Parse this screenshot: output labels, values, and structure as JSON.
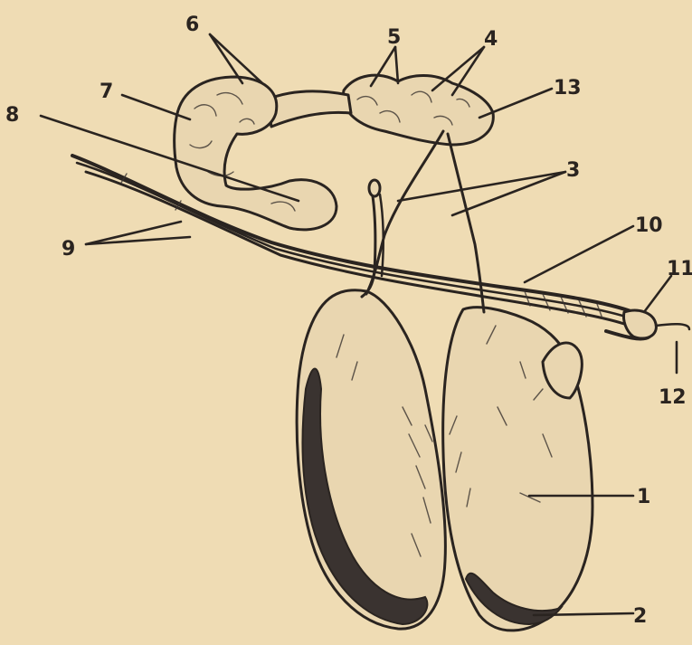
{
  "figure": {
    "labels": [
      {
        "id": "1",
        "text": "1"
      },
      {
        "id": "2",
        "text": "2"
      },
      {
        "id": "3",
        "text": "3"
      },
      {
        "id": "4",
        "text": "4"
      },
      {
        "id": "5",
        "text": "5"
      },
      {
        "id": "6",
        "text": "6"
      },
      {
        "id": "7",
        "text": "7"
      },
      {
        "id": "8",
        "text": "8"
      },
      {
        "id": "9",
        "text": "9"
      },
      {
        "id": "10",
        "text": "10"
      },
      {
        "id": "11",
        "text": "11"
      },
      {
        "id": "12",
        "text": "12"
      },
      {
        "id": "13",
        "text": "13"
      }
    ]
  },
  "colors": {
    "paper": "#efdcb4",
    "ink": "#2a2420"
  }
}
